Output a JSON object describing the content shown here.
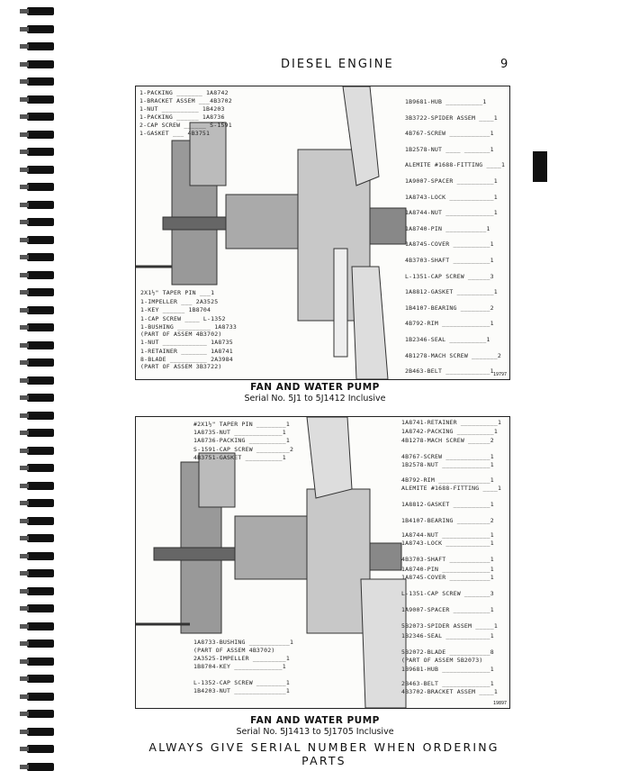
{
  "header": {
    "title": "DIESEL ENGINE",
    "page_number": "9"
  },
  "figure1": {
    "caption": "FAN AND WATER PUMP",
    "serial": "Serial No. 5J1 to 5J1412 Inclusive",
    "drawing_number": "19797",
    "left_top_labels": [
      "1-PACKING _______ 1A8742",
      "1-BRACKET ASSEM ___4B3702",
      "1-NUT __________ 1B4203",
      "1-PACKING ______ 1A8736",
      "2-CAP SCREW ______ S-1591",
      "1-GASKET ___ 4B3751"
    ],
    "left_bottom_labels": [
      "2X1½\" TAPER PIN ___1",
      "1-IMPELLER ___ 2A3525",
      "1-KEY ______ 1B8704",
      "1-CAP SCREW ____ L-1352",
      "1-BUSHING _________ 1A8733",
      "(PART OF ASSEM 4B3702)",
      "1-NUT ____________ 1A8735",
      "1-RETAINER _______ 1A8741",
      "8-BLADE __________ 2A3984",
      "(PART OF ASSEM 3B3722)"
    ],
    "right_labels": [
      "1B9681-HUB __________1",
      "3B3722-SPIDER ASSEM ____1",
      "4B767-SCREW ___________1",
      "1B2578-NUT ____ _______1",
      "ALEMITE #1688-FITTING ____1",
      "1A9007-SPACER __________1",
      "1A8743-LOCK ____________1",
      "1A8744-NUT _____________1",
      "1A8740-PIN ___________1",
      "1A8745-COVER __________1",
      "4B3703-SHAFT __________1",
      "L-1351-CAP SCREW ______3",
      "1A8812-GASKET __________1",
      "1B4107-BEARING ________2",
      "4B792-RIM _____________1",
      "1B2346-SEAL __________1",
      "4B1278-MACH SCREW _______2",
      "2B463-BELT ____________1"
    ]
  },
  "figure2": {
    "caption": "FAN AND WATER PUMP",
    "serial": "Serial No. 5J1413 to 5J1705 Inclusive",
    "drawing_number": "19897",
    "left_top_labels": [
      "#2X1½\" TAPER PIN ________1",
      "1A8735-NUT _____________1",
      "1A8736-PACKING __________1",
      "S-1591-CAP SCREW _________2",
      "4B3751-GASKET __________1"
    ],
    "left_bottom_labels": [
      "1A8733-BUSHING ___________1",
      "(PART OF ASSEM 4B3702)",
      "2A3525-IMPELLER _________1",
      "1B8704-KEY _____________1",
      "L-1352-CAP SCREW ________1",
      "1B4203-NUT ______________1"
    ],
    "right_labels": [
      "1A8741-RETAINER __________1",
      "1A8742-PACKING __________1",
      "4B1278-MACH SCREW ______2",
      "4B767-SCREW ____________1",
      "1B2578-NUT _____________1",
      "4B792-RIM ______________1",
      "ALEMITE #1688-FITTING ____1",
      "1A8812-GASKET __________1",
      "1B4107-BEARING _________2",
      "1A8744-NUT _____________1",
      "1A8743-LOCK ____________1",
      "4B3703-SHAFT ___________1",
      "1A8740-PIN _____________1",
      "1A8745-COVER ___________1",
      "L-1351-CAP SCREW _______3",
      "1A9007-SPACER __________1",
      "5B2073-SPIDER ASSEM _____1",
      "1B2346-SEAL ____________1",
      "5B2072-BLADE ___________8",
      "(PART OF ASSEM 5B2073)",
      "1B9681-HUB _____________1",
      "2B463-BELT _____________1",
      "4B3702-BRACKET ASSEM ____1"
    ]
  },
  "footer": "ALWAYS GIVE SERIAL NUMBER WHEN ORDERING PARTS"
}
